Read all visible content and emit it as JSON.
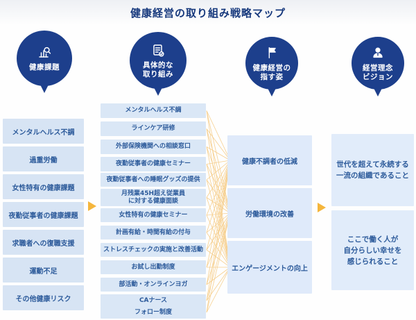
{
  "title": "健康経営の取り組み戦略マップ",
  "colors": {
    "badge_navy": "#1d3f8c",
    "box_blue_light": "#dae7f6",
    "text_navy": "#2d5b9b",
    "arrow_orange": "#f5b63c",
    "connector_orange": "#f6cf8e"
  },
  "badges": [
    {
      "label": "健康課題",
      "icon": "bar-chart-search-icon"
    },
    {
      "label": "具体的な\n取り組み",
      "icon": "document-check-icon"
    },
    {
      "label": "健康経営の\n指す姿",
      "icon": "flag-icon"
    },
    {
      "label": "経営理念\nビジョン",
      "icon": "person-icon"
    }
  ],
  "columns": [
    {
      "name": "健康課題",
      "items": [
        "メンタルヘルス不調",
        "過重労働",
        "女性特有の健康課題",
        "夜勤従事者の健康課題",
        "求職者への復職支援",
        "運動不足",
        "その他健康リスク"
      ]
    },
    {
      "name": "具体的な取り組み",
      "items": [
        "メンタルヘルス不調",
        "ラインケア研修",
        "外部保険機関への相談窓口",
        "夜勤従事者の健康セミナー",
        "夜勤従事者への睡眠グッズの提供",
        "月残業45H超え従業員\nに対する健康面談",
        "女性特有の健康セミナー",
        "計画有給・時間有給の付与",
        "ストレスチェックの実施と改善活動",
        "お試し出勤制度",
        "部活動・オンラインヨガ",
        "CAナース",
        "フォロー制度"
      ]
    },
    {
      "name": "健康経営の指す姿",
      "items": [
        "健康不調者の低減",
        "労働環境の改善",
        "エンゲージメントの向上"
      ]
    },
    {
      "name": "経営理念ビジョン",
      "items": [
        "世代を超えて永続する\n一流の組織であること",
        "ここで働く人が\n自分らしい幸せを\n感じられること"
      ]
    }
  ]
}
